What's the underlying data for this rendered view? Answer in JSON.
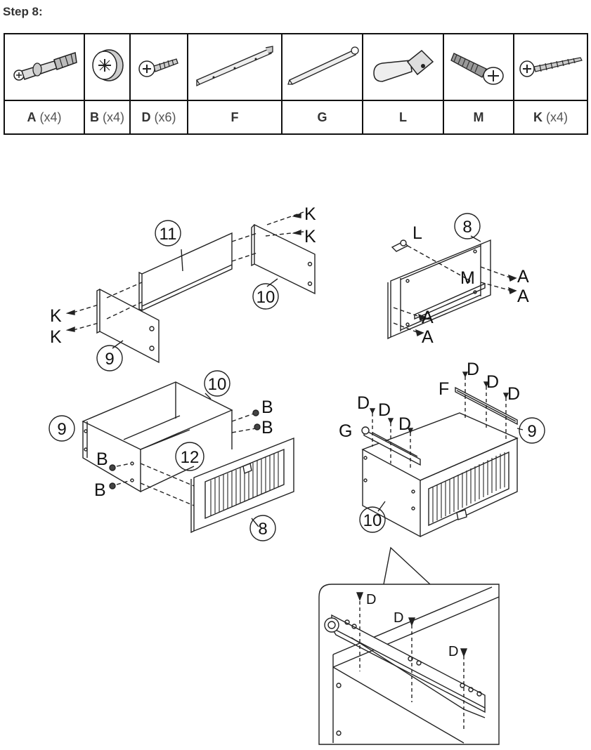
{
  "step_title": "Step 8:",
  "parts": [
    {
      "code": "A",
      "qty": "(x4)",
      "icon": "cam-bolt-icon"
    },
    {
      "code": "B",
      "qty": "(x4)",
      "icon": "cam-lock-icon"
    },
    {
      "code": "D",
      "qty": "(x6)",
      "icon": "short-screw-icon"
    },
    {
      "code": "F",
      "qty": "",
      "icon": "drawer-slide-rail-icon"
    },
    {
      "code": "G",
      "qty": "",
      "icon": "drawer-slide-runner-icon"
    },
    {
      "code": "L",
      "qty": "",
      "icon": "knob-handle-icon"
    },
    {
      "code": "M",
      "qty": "",
      "icon": "machine-bolt-icon"
    },
    {
      "code": "K",
      "qty": "(x4)",
      "icon": "wood-screw-icon"
    }
  ],
  "callouts": {
    "K": "K",
    "A": "A",
    "B": "B",
    "D": "D",
    "F": "F",
    "G": "G",
    "L": "L",
    "M": "M",
    "n8": "8",
    "n9": "9",
    "n10": "10",
    "n11": "11",
    "n12": "12"
  }
}
